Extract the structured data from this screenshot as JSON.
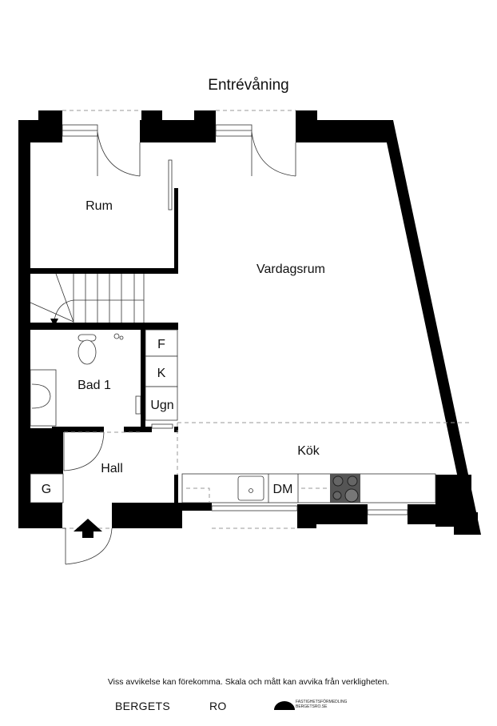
{
  "title": "Entrévåning",
  "rooms": {
    "rum": "Rum",
    "vardagsrum": "Vardagsrum",
    "bad": "Bad 1",
    "hall": "Hall",
    "kok": "Kök",
    "fridge": "F",
    "freezer": "K",
    "oven": "Ugn",
    "dishwasher": "DM",
    "wardrobe": "G"
  },
  "footer": {
    "disclaimer": "Viss avvikelse kan förekomma. Skala och mått kan avvika från verkligheten.",
    "brand_left": "BERGETS",
    "brand_mid": "RO",
    "logo_line1": "FASTIGHETSFÖRMEDLING",
    "logo_line2": "BERGETSRO.SE"
  }
}
